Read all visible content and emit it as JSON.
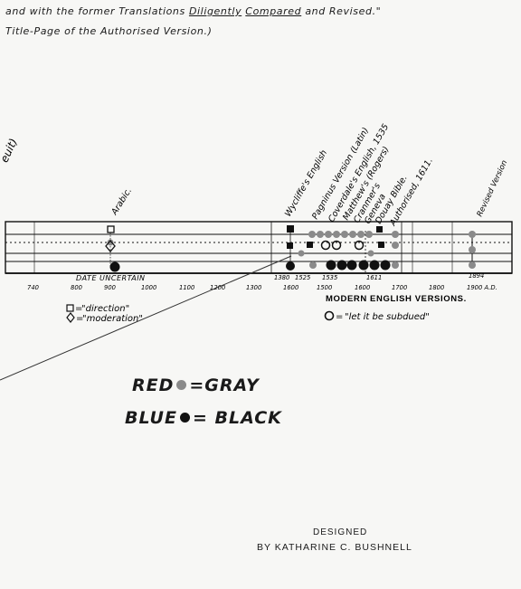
{
  "caption": {
    "line1_pre": "and with the former Translations ",
    "line1_u1": "Diligently",
    "line1_mid": " ",
    "line1_u2": "Compared",
    "line1_post": " and Revised.\"",
    "line2": "Title-Page of the Authorised Version.)"
  },
  "left_fragment": "euit)",
  "timeline": {
    "date_uncertain": "DATE UNCERTAIN",
    "ticks": [
      {
        "label": "740",
        "year": 740
      },
      {
        "label": "800",
        "year": 800
      },
      {
        "label": "900",
        "year": 900
      },
      {
        "label": "1000",
        "year": 1000
      },
      {
        "label": "1100",
        "year": 1100
      },
      {
        "label": "1200",
        "year": 1200
      },
      {
        "label": "1300",
        "year": 1300
      },
      {
        "label": "1380",
        "year": 1380
      },
      {
        "label": "1525",
        "year": 1525
      },
      {
        "label": "1600",
        "year": 1600
      },
      {
        "label": "1535",
        "year": 1535
      },
      {
        "label": "1500",
        "year": 1500
      },
      {
        "label": "1611",
        "year": 1611
      },
      {
        "label": "1600",
        "year": 1600
      },
      {
        "label": "1700",
        "year": 1700
      },
      {
        "label": "1800",
        "year": 1800
      },
      {
        "label": "1900 A.D.",
        "year": 1900
      }
    ],
    "year_1894": "1894",
    "section_title": "MODERN ENGLISH VERSIONS.",
    "versions": [
      "Arabic.",
      "Wycliffe's English",
      "Pagninus Version (Latin)",
      "Coverdale's English, 1535",
      "Matthew's (Rogers)",
      "Cranmer's",
      "Geneva",
      "Douay Bible.",
      "Authorised, 1611.",
      "Revised Version"
    ]
  },
  "symbols": {
    "square": "\"direction\"",
    "diamond": "\"moderation\"",
    "circle": "\"let it be subdued\"",
    "square_prefix": "=",
    "diamond_prefix": "=",
    "circle_prefix": "="
  },
  "color_legend": {
    "red": "RED",
    "red_equals": "=GRAY",
    "blue": "BLUE",
    "blue_equals": "= BLACK",
    "gray_color": "#8a8a8a",
    "black_color": "#111111"
  },
  "credit": {
    "line1": "DESIGNED",
    "line2": "BY KATHARINE C. BUSHNELL"
  }
}
